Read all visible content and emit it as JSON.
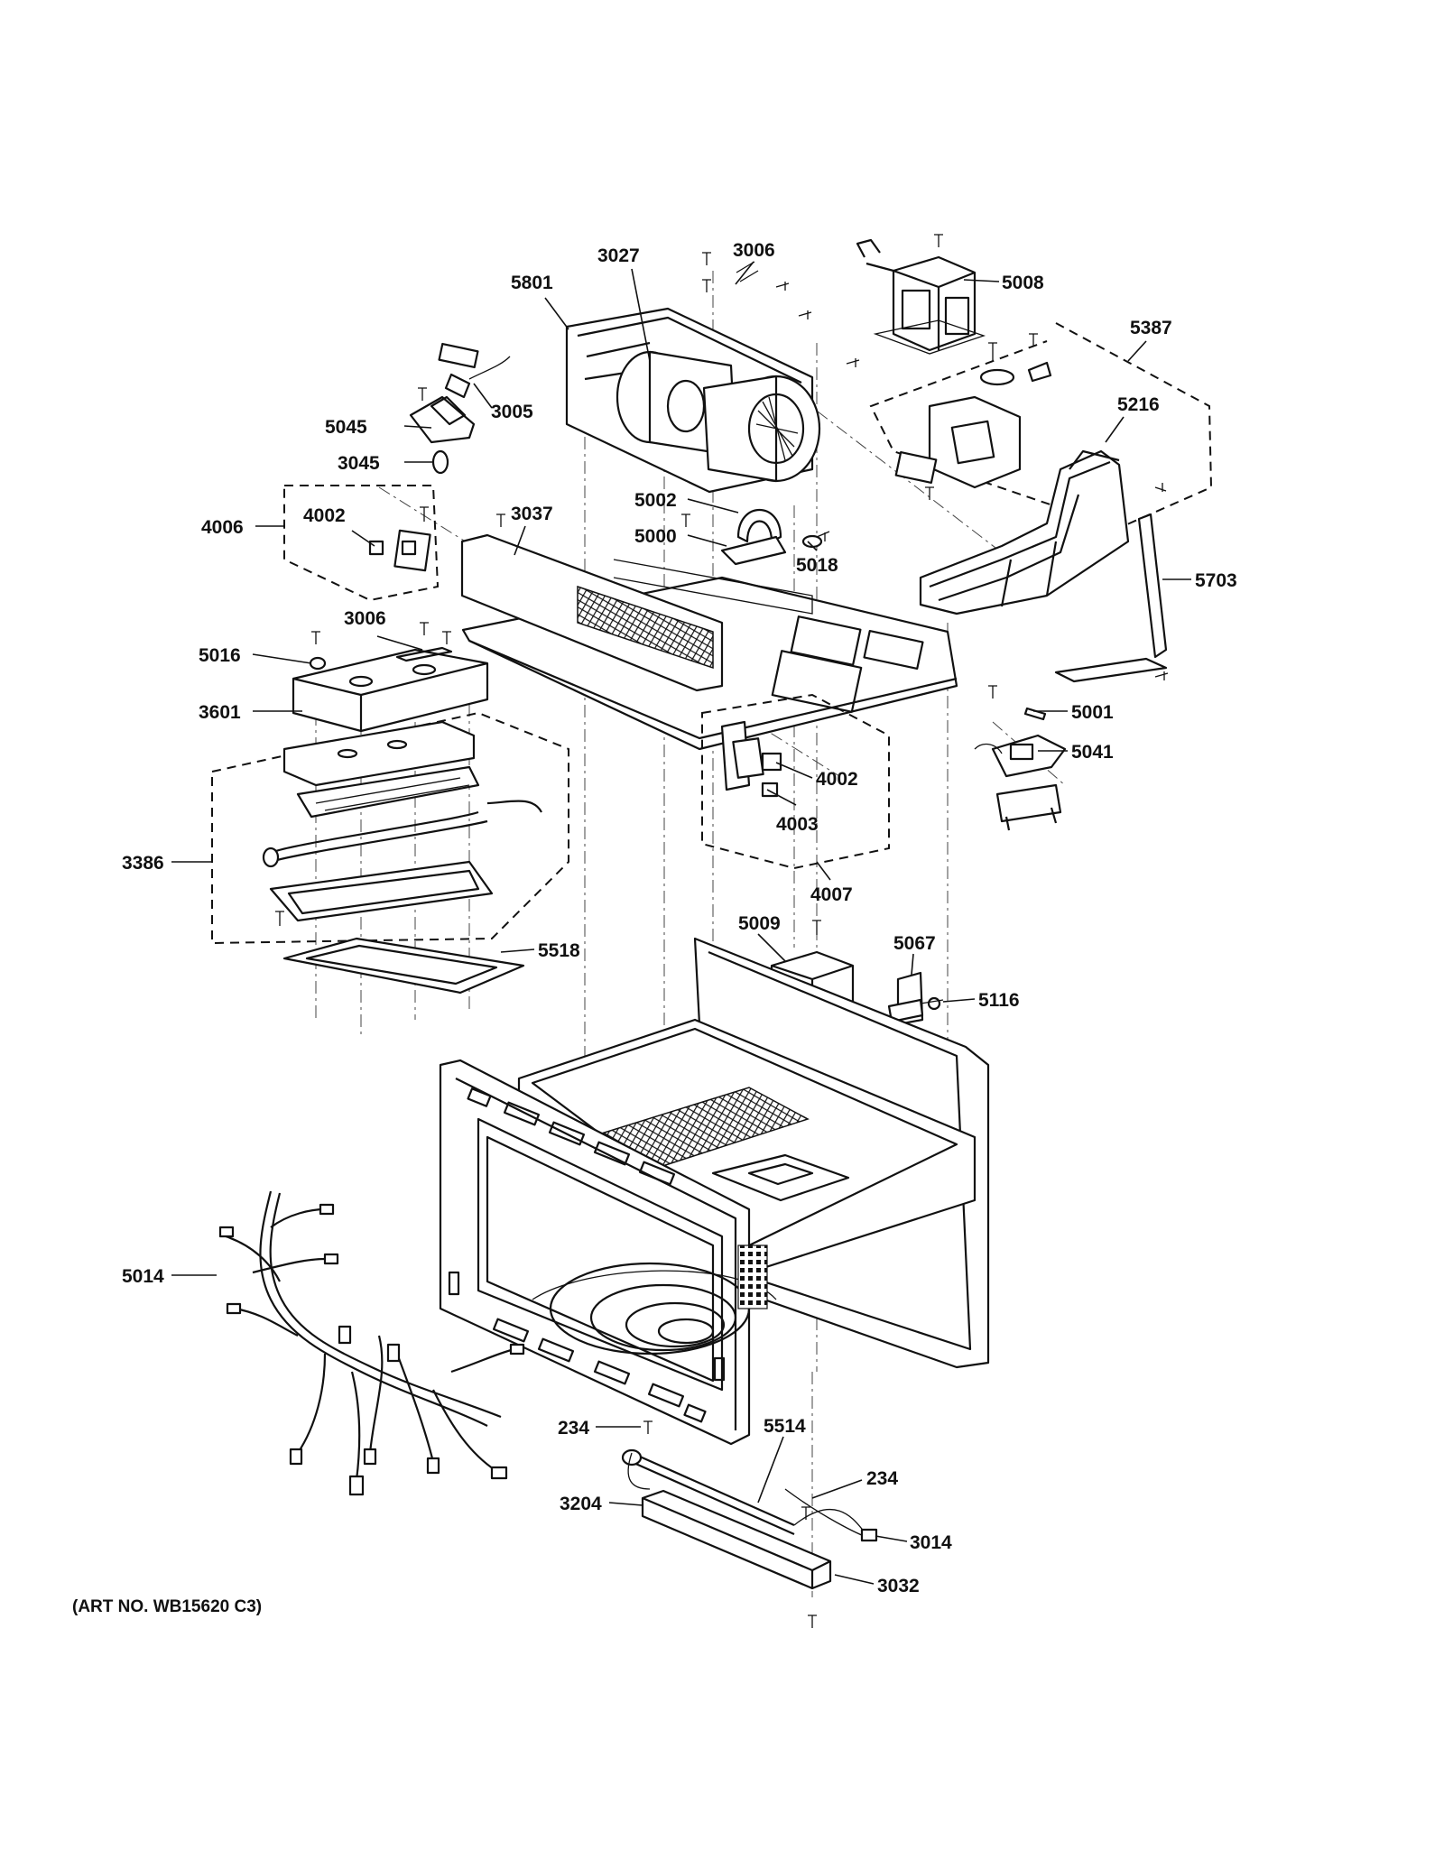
{
  "labels": [
    {
      "id": "3027",
      "text": "3027"
    },
    {
      "id": "3006a",
      "text": "3006"
    },
    {
      "id": "5801",
      "text": "5801"
    },
    {
      "id": "5008",
      "text": "5008"
    },
    {
      "id": "5387",
      "text": "5387"
    },
    {
      "id": "3005",
      "text": "3005"
    },
    {
      "id": "5045",
      "text": "5045"
    },
    {
      "id": "3045",
      "text": "3045"
    },
    {
      "id": "5216",
      "text": "5216"
    },
    {
      "id": "4006",
      "text": "4006"
    },
    {
      "id": "4002a",
      "text": "4002"
    },
    {
      "id": "3037",
      "text": "3037"
    },
    {
      "id": "5002",
      "text": "5002"
    },
    {
      "id": "5000",
      "text": "5000"
    },
    {
      "id": "5018",
      "text": "5018"
    },
    {
      "id": "5703",
      "text": "5703"
    },
    {
      "id": "3006b",
      "text": "3006"
    },
    {
      "id": "5016",
      "text": "5016"
    },
    {
      "id": "3601",
      "text": "3601"
    },
    {
      "id": "5001",
      "text": "5001"
    },
    {
      "id": "5041",
      "text": "5041"
    },
    {
      "id": "4002b",
      "text": "4002"
    },
    {
      "id": "4003",
      "text": "4003"
    },
    {
      "id": "3386",
      "text": "3386"
    },
    {
      "id": "4007",
      "text": "4007"
    },
    {
      "id": "5009",
      "text": "5009"
    },
    {
      "id": "5067",
      "text": "5067"
    },
    {
      "id": "5518",
      "text": "5518"
    },
    {
      "id": "5116",
      "text": "5116"
    },
    {
      "id": "5014",
      "text": "5014"
    },
    {
      "id": "234a",
      "text": "234"
    },
    {
      "id": "5514",
      "text": "5514"
    },
    {
      "id": "234b",
      "text": "234"
    },
    {
      "id": "3204",
      "text": "3204"
    },
    {
      "id": "3014",
      "text": "3014"
    },
    {
      "id": "3032",
      "text": "3032"
    }
  ],
  "art_number": "(ART NO. WB15620 C3)"
}
